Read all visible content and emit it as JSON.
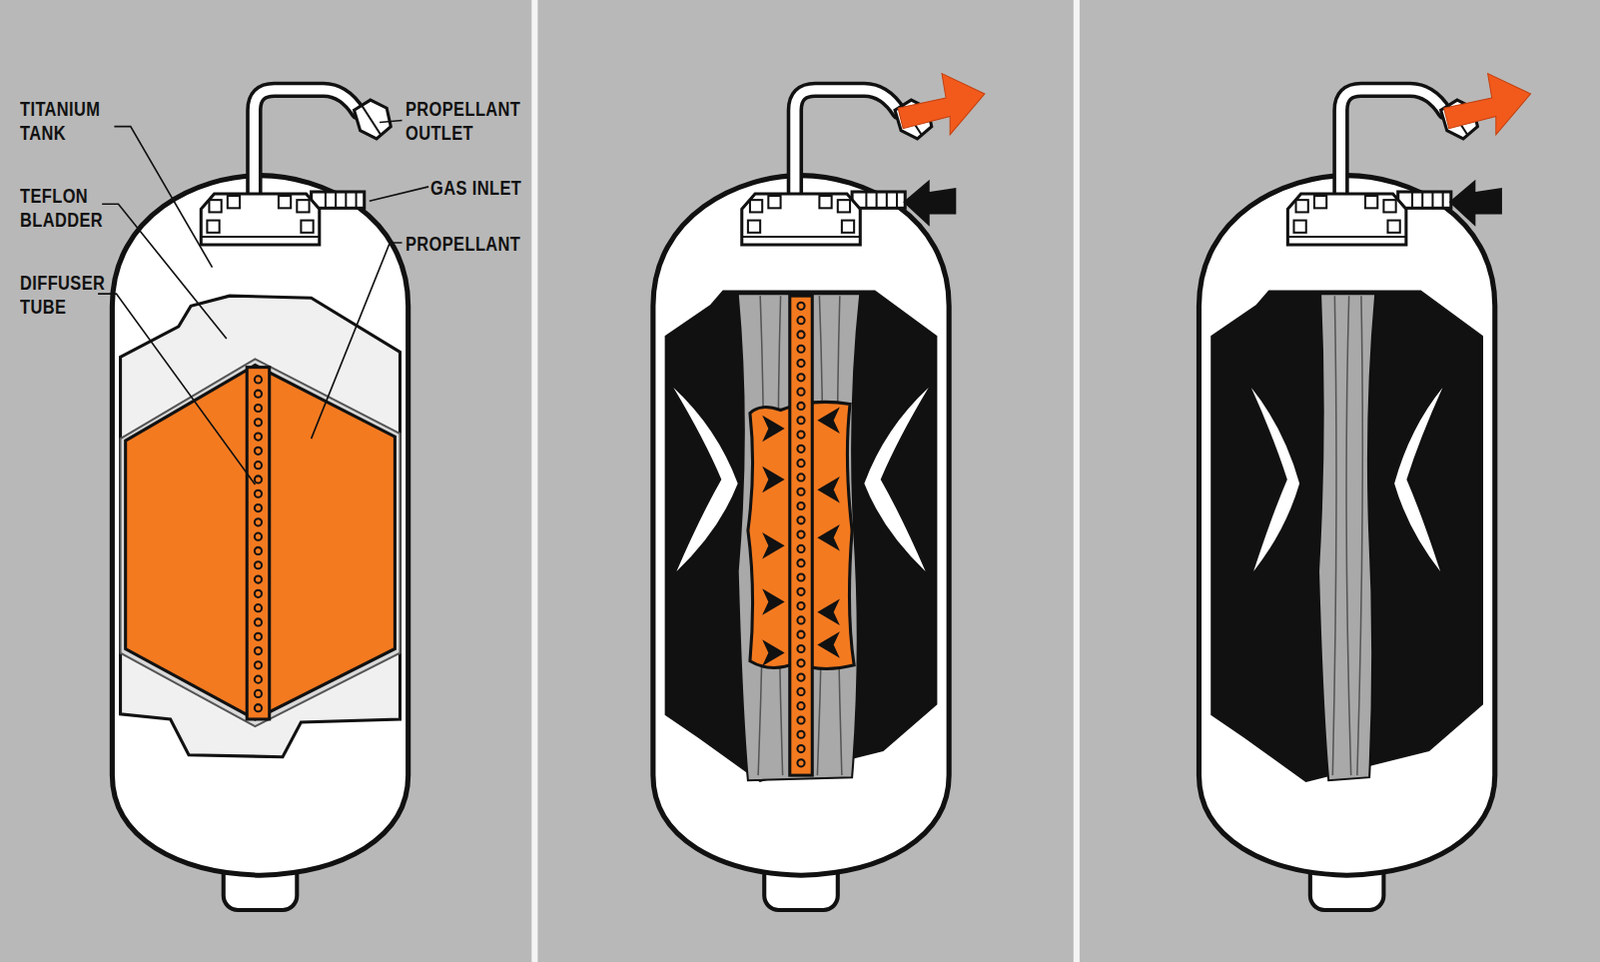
{
  "diagram": {
    "labels": [
      "TITANIUM TANK",
      "TEFLON BLADDER",
      "DIFFUSER TUBE",
      "PROPELLANT OUTLET",
      "GAS INLET",
      "PROPELLANT"
    ]
  }
}
